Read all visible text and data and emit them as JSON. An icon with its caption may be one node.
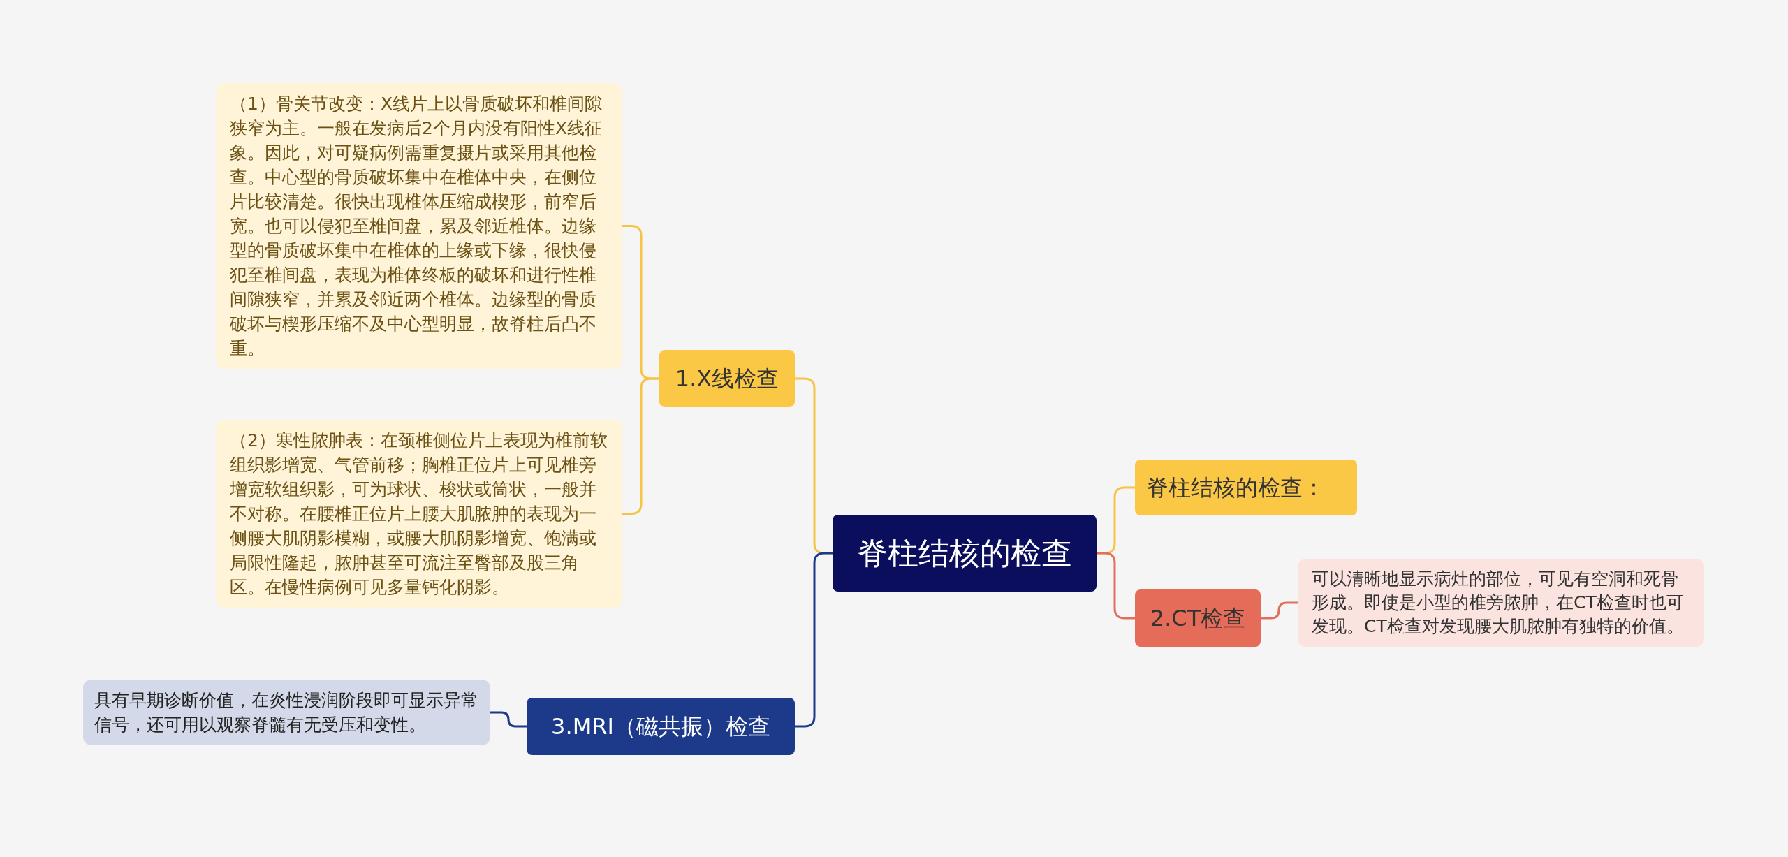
{
  "diagram": {
    "nodes": [
      {
        "text": [
          "脊柱结核的检查"
        ]
      },
      {
        "text": [
          "脊柱结核的检查："
        ]
      },
      {
        "text": [
          "2.CT检查"
        ]
      },
      {
        "text": [
          "可以清晰地显示病灶的部位，可见有空洞和死骨形成。即使是小型的椎旁脓肿，在CT检查时也可发现。CT检查对发现腰大肌脓肿有独特的价值。"
        ]
      },
      {
        "text": [
          "1.X线检查"
        ]
      },
      {
        "text": [
          "（1）骨关节改变：X线片上以骨质破坏和椎间隙狭窄为主。一般在发病后2个月内没有阳性X线征象。因此，对可疑病例需重复摄片或采用其他检查。中心型的骨质破坏集中在椎体中央，在侧位片比较清楚。很快出现椎体压缩成楔形，前窄后宽。也可以侵犯至椎间盘，累及邻近椎体。边缘型的骨质破坏集中在椎体的上缘或下缘，很快侵犯至椎间盘，表现为椎体终板的破坏和进行性椎间隙狭窄，并累及邻近两个椎体。边缘型的骨质破坏与楔形压缩不及中心型明显，故脊柱后凸不重。"
        ]
      },
      {
        "text": [
          "（2）寒性脓肿表：在颈椎侧位片上表现为椎前软组织影增宽、气管前移；胸椎正位片上可见椎旁增宽软组织影，可为球状、梭状或筒状，一般并不对称。在腰椎正位片上腰大肌脓肿的表现为一侧腰大肌阴影模糊，或腰大肌阴影增宽、饱满或局限性隆起，脓肿甚至可流注至臀部及股三角区。在慢性病例可见多量钙化阴影。"
        ]
      },
      {
        "text": [
          "3.MRI（磁共振）检查"
        ]
      },
      {
        "text": [
          "具有早期诊断价值，在炎性浸润阶段即可显示异常信号，还可用以观察脊髓有无受压和变性。"
        ]
      }
    ],
    "edges": [
      {
        "from": 0,
        "to": 1,
        "arrow": "none",
        "color": "#f5c445"
      },
      {
        "from": 0,
        "to": 2,
        "arrow": "none",
        "color": "#e0705c"
      },
      {
        "from": 2,
        "to": 3,
        "arrow": "none",
        "color": "#e0705c"
      },
      {
        "from": 0,
        "to": 4,
        "arrow": "none",
        "color": "#f5c445"
      },
      {
        "from": 4,
        "to": 5,
        "arrow": "none",
        "color": "#f5c445"
      },
      {
        "from": 4,
        "to": 6,
        "arrow": "none",
        "color": "#f5c445"
      },
      {
        "from": 0,
        "to": 7,
        "arrow": "none",
        "color": "#1d3a8a"
      },
      {
        "from": 7,
        "to": 8,
        "arrow": "none",
        "color": "#1d3a8a"
      }
    ]
  }
}
